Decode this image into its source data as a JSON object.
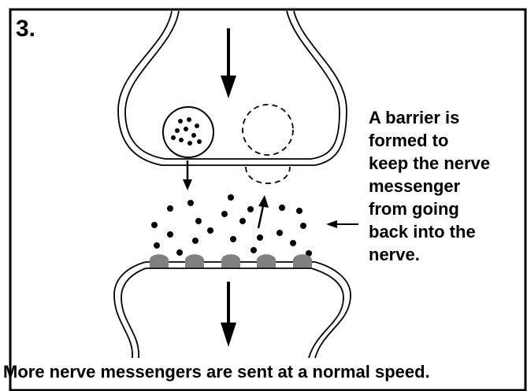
{
  "panel": {
    "number": "3."
  },
  "label": {
    "lines": [
      "A barrier is",
      "formed to",
      "keep the nerve",
      "messenger",
      "from going",
      "back into the",
      "nerve."
    ]
  },
  "caption": "More nerve messengers are sent at a normal speed.",
  "colors": {
    "line": "#000000",
    "receptor": "#808080",
    "background": "#ffffff"
  }
}
